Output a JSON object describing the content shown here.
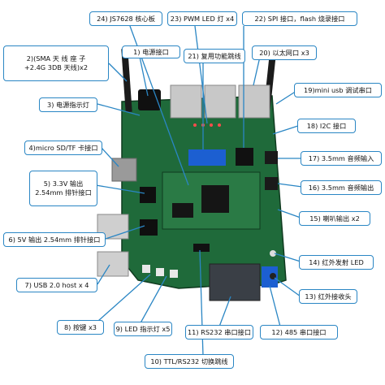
{
  "labels": [
    {
      "id": "l1",
      "text": "1) 电源接口"
    },
    {
      "id": "l2",
      "lines": [
        "2)(SMA 天 线 座 子",
        "+2.4G 3DB 天线)x2"
      ]
    },
    {
      "id": "l3",
      "text": "3) 电源指示灯"
    },
    {
      "id": "l4",
      "text": "4)micro SD/TF 卡接口"
    },
    {
      "id": "l5",
      "lines": [
        "5) 3.3V 输出",
        "2.54mm 排针接口"
      ]
    },
    {
      "id": "l6",
      "text": "6) 5V 输出 2.54mm 排针接口"
    },
    {
      "id": "l7",
      "text": "7) USB 2.0 host x 4"
    },
    {
      "id": "l8",
      "text": "8) 按键 x3"
    },
    {
      "id": "l9",
      "text": "9) LED 指示灯 x5"
    },
    {
      "id": "l10",
      "text": "10) TTL/RS232 切换跳线"
    },
    {
      "id": "l11",
      "text": "11) RS232 串口接口"
    },
    {
      "id": "l12",
      "text": "12) 485 串口接口"
    },
    {
      "id": "l13",
      "text": "13) 红外接收头"
    },
    {
      "id": "l14",
      "text": "14) 红外发射 LED"
    },
    {
      "id": "l15",
      "text": "15) 喇叭输出 x2"
    },
    {
      "id": "l16",
      "text": "16) 3.5mm 音频输出"
    },
    {
      "id": "l17",
      "text": "17) 3.5mm 音频输入"
    },
    {
      "id": "l18",
      "text": "18) I2C 接口"
    },
    {
      "id": "l19",
      "text": "19)mini usb 调试串口"
    },
    {
      "id": "l20",
      "text": "20) 以太网口 x3"
    },
    {
      "id": "l21",
      "text": "21) 复用功能跳线"
    },
    {
      "id": "l22",
      "text": "22) SPI 接口，flash 烧录接口"
    },
    {
      "id": "l23",
      "text": "23) PWM LED 灯 x4"
    },
    {
      "id": "l24",
      "text": "24) JS7628 核心板"
    }
  ],
  "colors": {
    "border": "#2a86c4",
    "wire": "#2a86c4",
    "pcb": "#1f6a3a",
    "pcb_dark": "#154d29"
  }
}
